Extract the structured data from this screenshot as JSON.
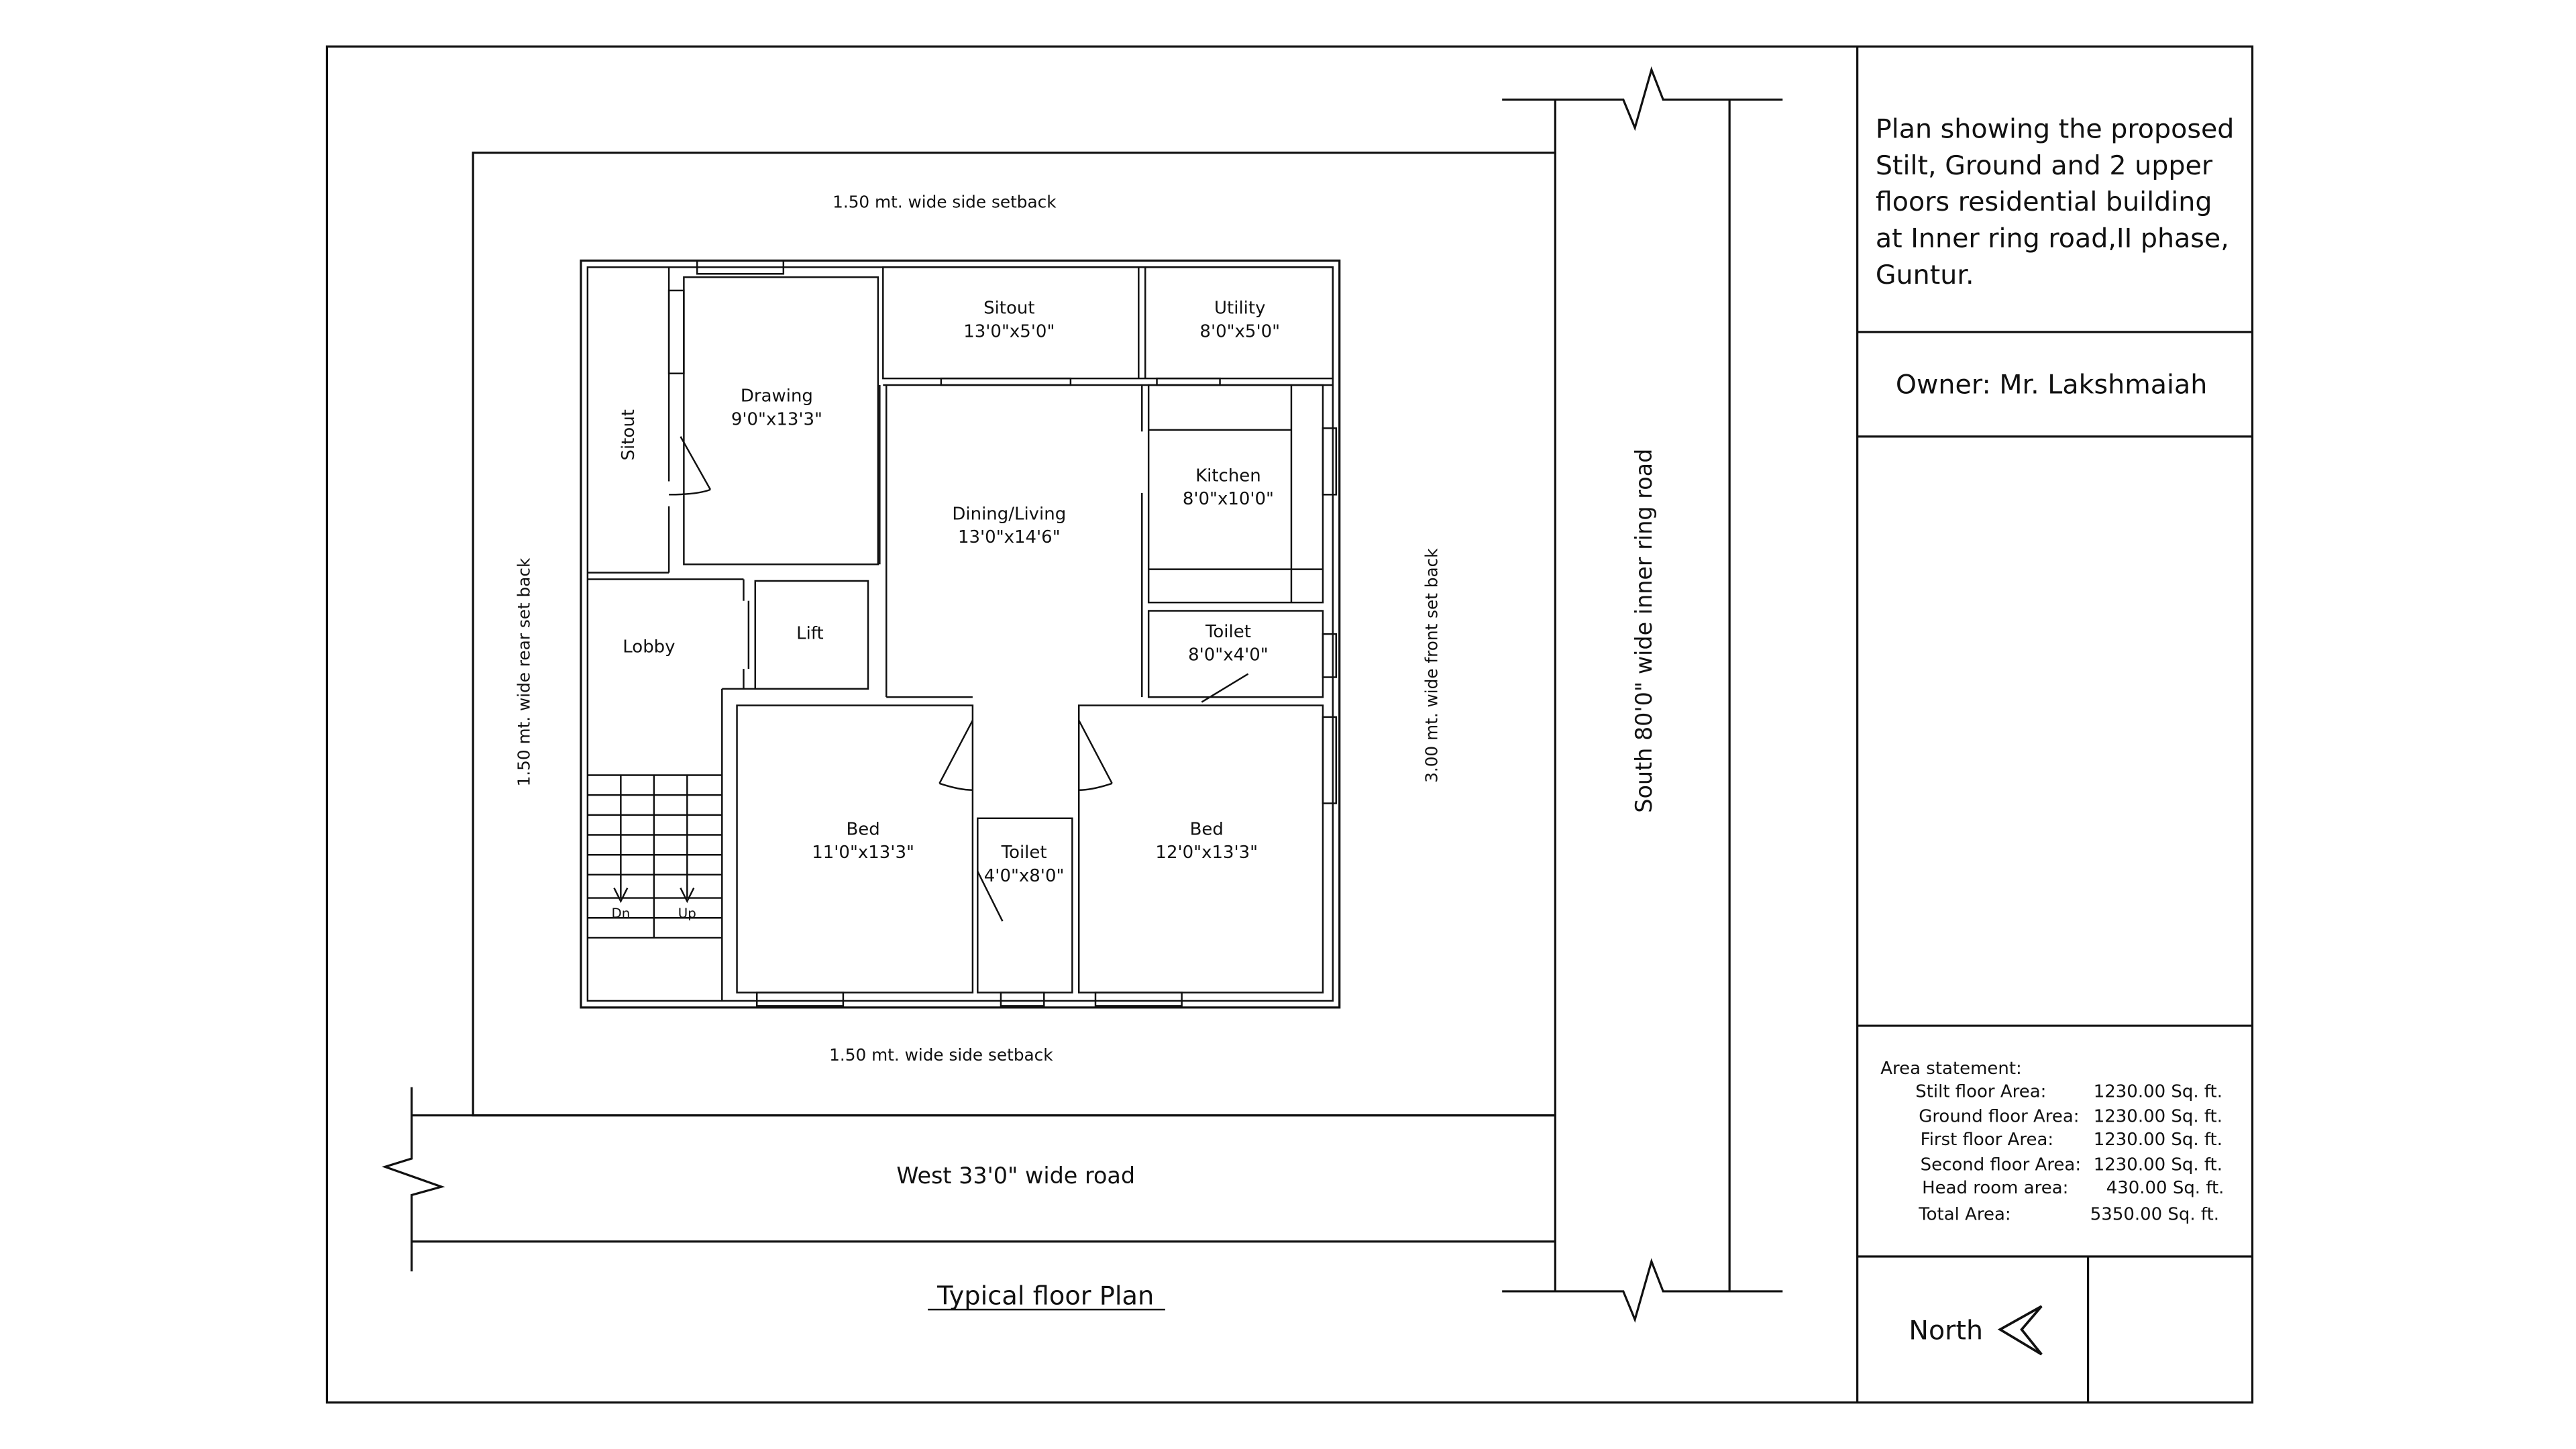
{
  "drawing": {
    "setback_top": "1.50 mt. wide side setback",
    "setback_bottom": "1.50 mt. wide side setback",
    "setback_rear": "1.50 mt. wide rear set back",
    "setback_front": "3.00 mt. wide front set back",
    "road_south": "South 80'0\" wide inner ring road",
    "road_west": "West 33'0\" wide road",
    "plan_title": "Typical floor Plan"
  },
  "rooms": {
    "sitout_top": {
      "name": "Sitout",
      "size": "13'0\"x5'0\""
    },
    "utility": {
      "name": "Utility",
      "size": "8'0\"x5'0\""
    },
    "drawing": {
      "name": "Drawing",
      "size": "9'0\"x13'3\""
    },
    "sitout_side": {
      "name": "Sitout"
    },
    "dining": {
      "name": "Dining/Living",
      "size": "13'0\"x14'6\""
    },
    "kitchen": {
      "name": "Kitchen",
      "size": "8'0\"x10'0\""
    },
    "lobby": {
      "name": "Lobby"
    },
    "lift": {
      "name": "Lift"
    },
    "toilet_1": {
      "name": "Toilet",
      "size": "8'0\"x4'0\""
    },
    "bed_1": {
      "name": "Bed",
      "size": "11'0\"x13'3\""
    },
    "toilet_2": {
      "name": "Toilet",
      "size": "4'0\"x8'0\""
    },
    "bed_2": {
      "name": "Bed",
      "size": "12'0\"x13'3\""
    },
    "stair_dn": "Dn",
    "stair_up": "Up"
  },
  "title_block": {
    "description": [
      "Plan showing the proposed",
      "Stilt, Ground and 2 upper",
      "floors residential building",
      "at Inner ring road,II phase,",
      "Guntur."
    ],
    "owner": "Owner: Mr. Lakshmaiah",
    "area_statement": {
      "heading": "Area statement:",
      "rows": [
        {
          "label": "Stilt floor Area:",
          "value": "1230.00 Sq. ft."
        },
        {
          "label": "Ground floor Area:",
          "value": "1230.00 Sq. ft."
        },
        {
          "label": "First floor Area:",
          "value": "1230.00 Sq. ft."
        },
        {
          "label": "Second floor Area:",
          "value": "1230.00 Sq. ft."
        },
        {
          "label": "Head room area:",
          "value": "430.00 Sq. ft."
        },
        {
          "label": "Total Area:",
          "value": "5350.00 Sq. ft."
        }
      ]
    },
    "north_label": "North"
  }
}
